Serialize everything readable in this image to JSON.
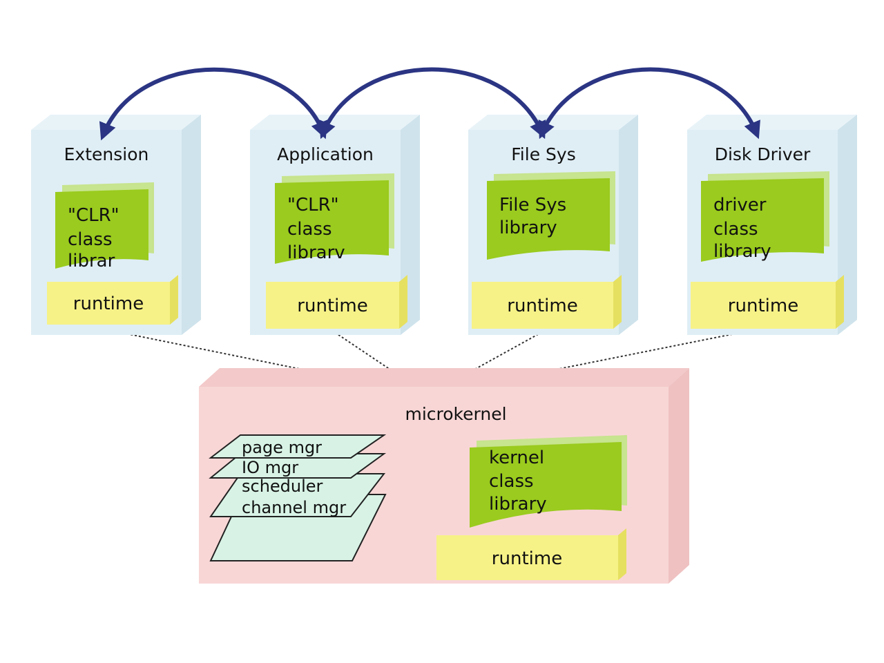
{
  "colors": {
    "process_front": "#dfeef5",
    "process_side": "#cfe3ec",
    "library_green": "#9acb1e",
    "runtime_yellow": "#f6f287",
    "kernel_pink": "#f8d6d6",
    "manager_card": "#d8f3e6",
    "channel_arrow": "#2b3583",
    "link_line": "#333333"
  },
  "processes": [
    {
      "title": "Extension",
      "library": [
        "\"CLR\"",
        "class",
        "librar"
      ],
      "runtime": "runtime"
    },
    {
      "title": "Application",
      "library": [
        "\"CLR\"",
        "class",
        "librarv"
      ],
      "runtime": "runtime"
    },
    {
      "title": "File Sys",
      "library": [
        "File Sys",
        "library"
      ],
      "runtime": "runtime"
    },
    {
      "title": "Disk Driver",
      "library": [
        "driver",
        "class",
        "library"
      ],
      "runtime": "runtime"
    }
  ],
  "kernel": {
    "title": "microkernel",
    "managers": [
      "page mgr",
      "IO mgr",
      "scheduler",
      "channel mgr"
    ],
    "library": [
      "kernel",
      "class",
      "library"
    ],
    "runtime": "runtime"
  }
}
